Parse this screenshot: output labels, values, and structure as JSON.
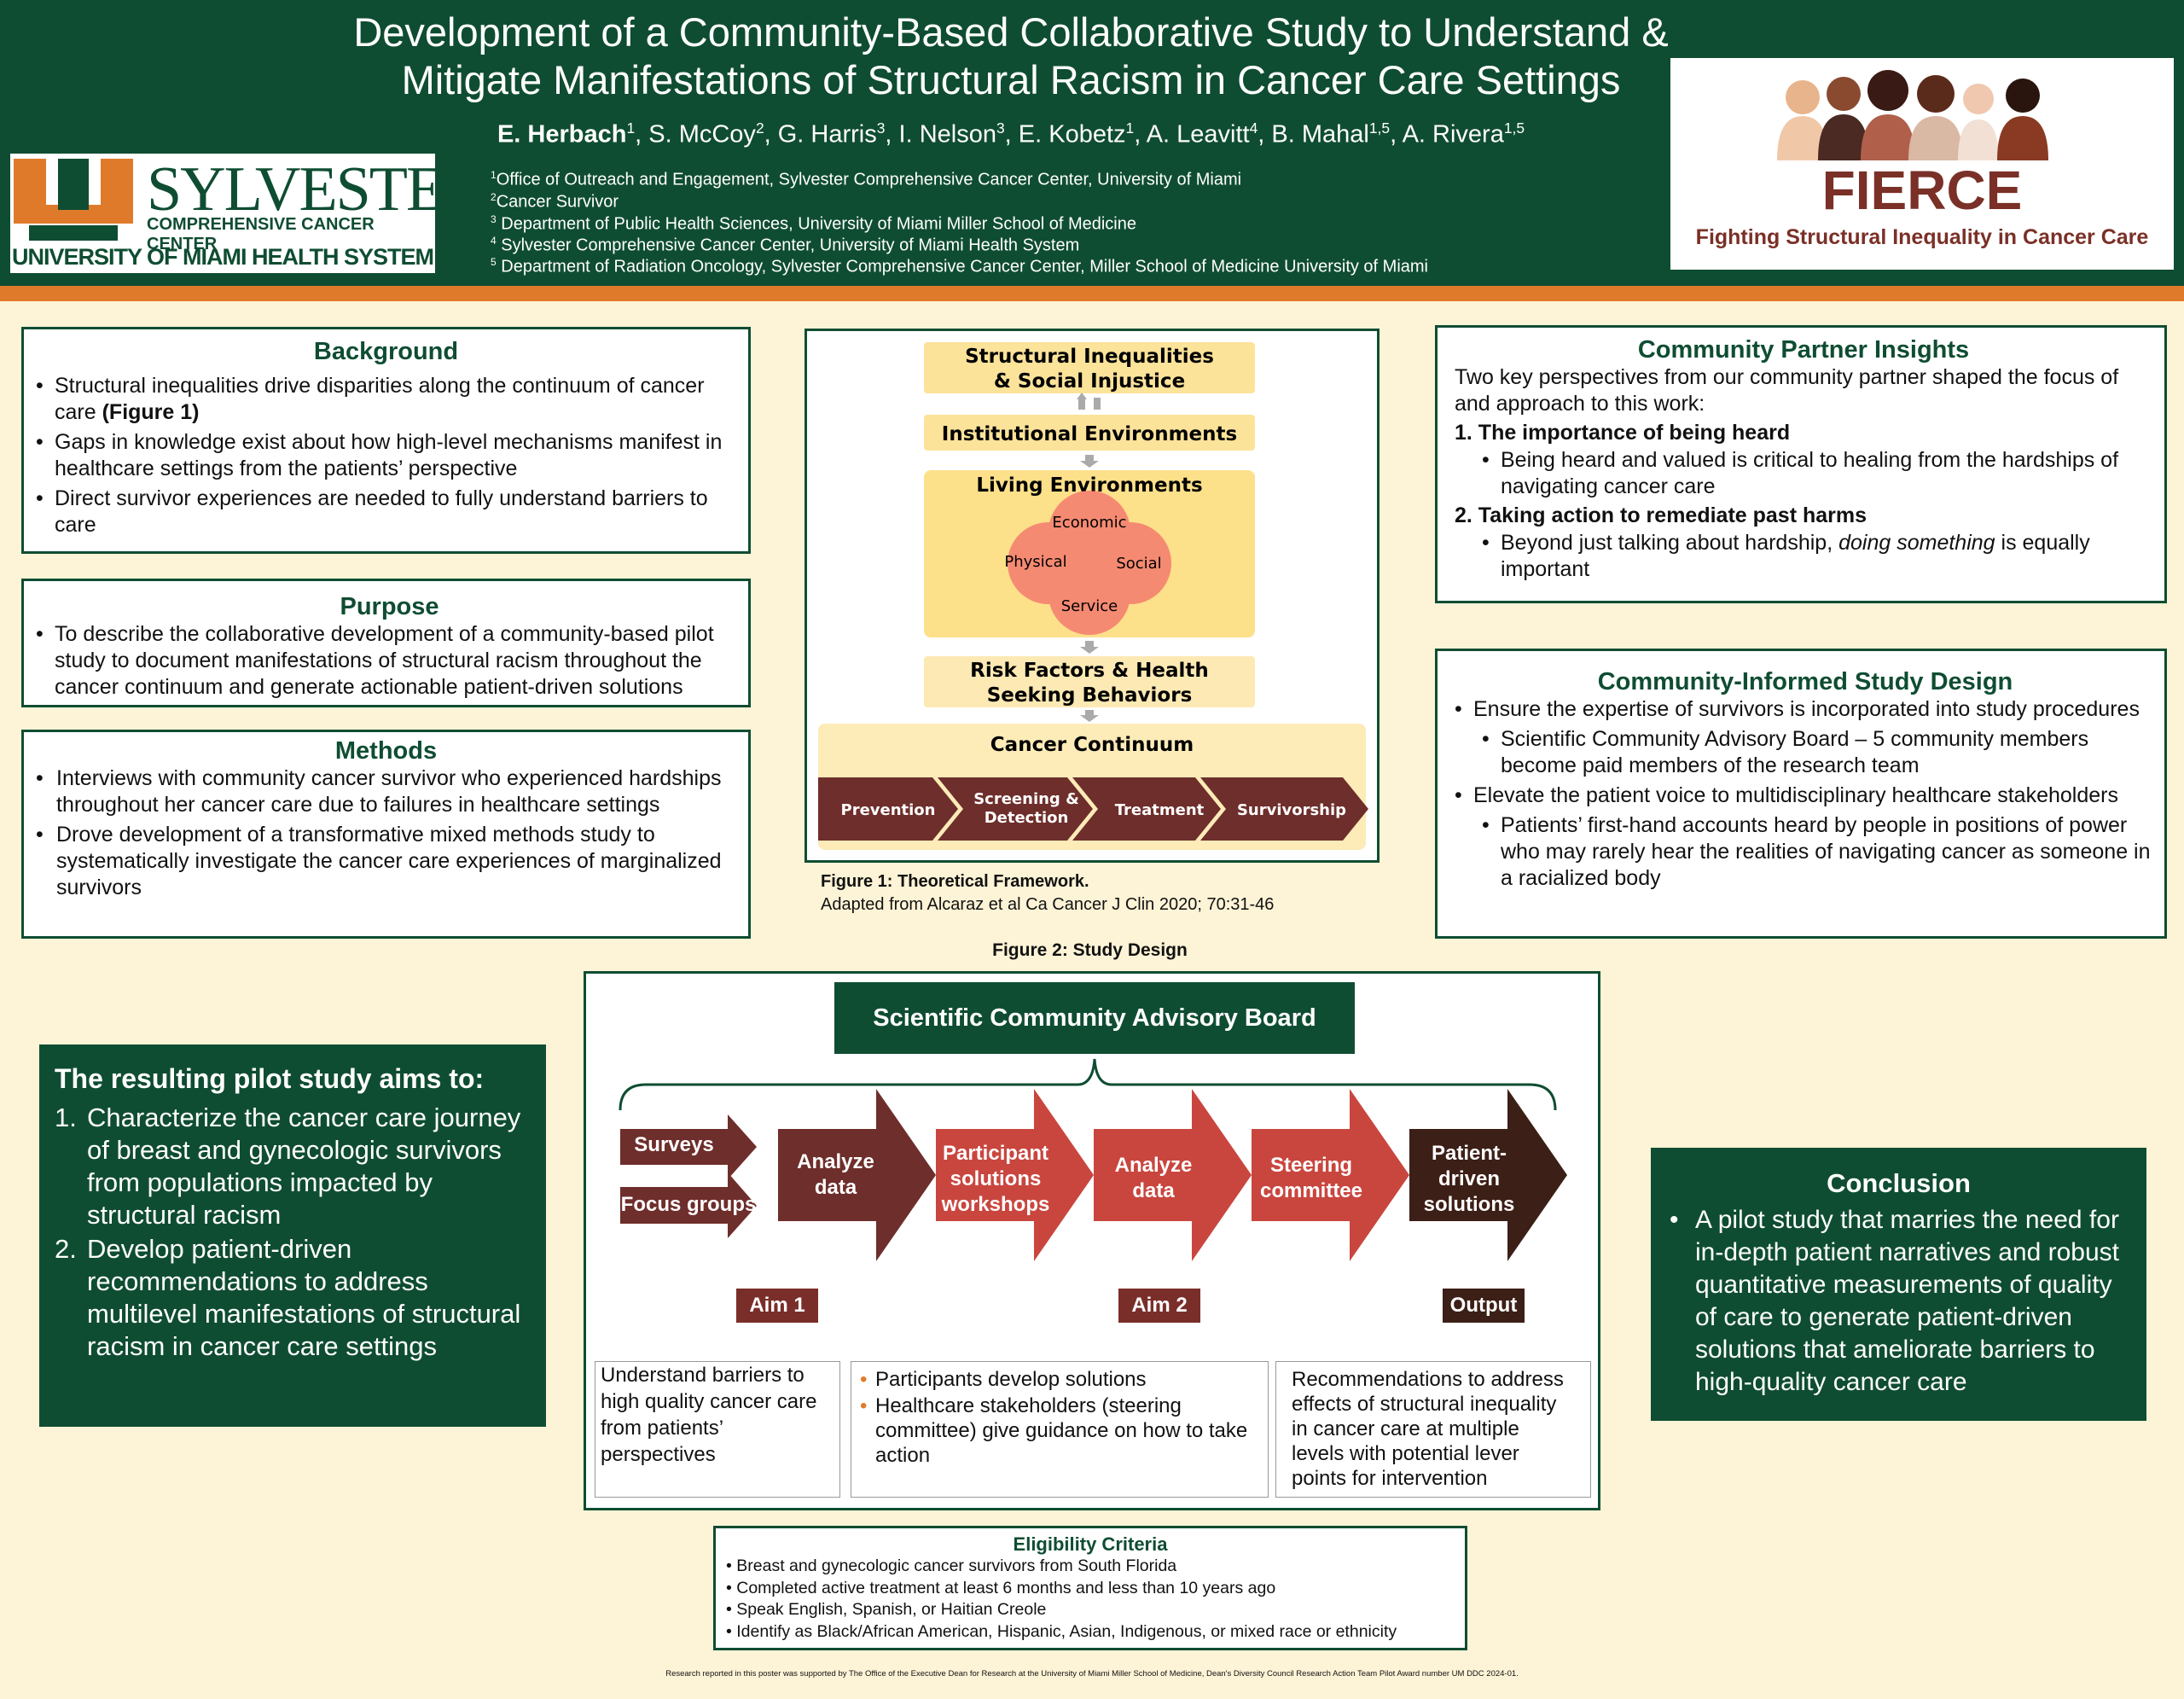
{
  "header": {
    "title_line1": "Development of a Community-Based Collaborative Study to Understand &",
    "title_line2": "Mitigate Manifestations of Structural Racism in Cancer Care Settings",
    "authors": [
      {
        "name": "E. Herbach",
        "sup": "1"
      },
      {
        "name": "S. McCoy",
        "sup": "2"
      },
      {
        "name": "G. Harris",
        "sup": "3"
      },
      {
        "name": "I. Nelson",
        "sup": "3"
      },
      {
        "name": "E. Kobetz",
        "sup": "1"
      },
      {
        "name": "A. Leavitt",
        "sup": "4"
      },
      {
        "name": "B. Mahal",
        "sup": "1,5"
      },
      {
        "name": "A. Rivera",
        "sup": "1,5"
      }
    ],
    "affiliations": [
      {
        "sup": "1",
        "text": "Office of Outreach and Engagement, Sylvester Comprehensive Cancer Center, University of Miami"
      },
      {
        "sup": "2",
        "text": "Cancer Survivor"
      },
      {
        "sup": "3",
        "text": "Department of Public Health Sciences, University of Miami Miller School of Medicine"
      },
      {
        "sup": "4",
        "text": "Sylvester Comprehensive Cancer Center, University of Miami Health System"
      },
      {
        "sup": "5",
        "text": "Department of Radiation Oncology, Sylvester Comprehensive Cancer Center, Miller School of Medicine University of Miami"
      }
    ],
    "logo": {
      "wordmark": "SYLVESTER",
      "sub": "COMPREHENSIVE CANCER CENTER",
      "system": "UNIVERSITY OF MIAMI HEALTH SYSTEM"
    },
    "fierce": {
      "name": "FIERCE",
      "tagline": "Fighting Structural Inequality in Cancer Care"
    }
  },
  "background": {
    "heading": "Background",
    "bullets": [
      {
        "text": "Structural inequalities drive disparities along the continuum of cancer care ",
        "bold": "(Figure 1)"
      },
      {
        "text": "Gaps in knowledge exist about how high-level mechanisms manifest in healthcare settings from the patients’ perspective",
        "bold": ""
      },
      {
        "text": "Direct survivor experiences are needed to fully understand barriers to care",
        "bold": ""
      }
    ]
  },
  "purpose": {
    "heading": "Purpose",
    "bullets": [
      "To describe the collaborative development of a community-based pilot study to document manifestations of structural racism throughout the cancer continuum and generate actionable patient-driven solutions"
    ]
  },
  "methods": {
    "heading": "Methods",
    "bullets": [
      "Interviews with community cancer survivor who experienced hardships throughout her cancer care due to failures in healthcare settings",
      "Drove development of a transformative mixed methods study to systematically investigate the cancer care experiences of marginalized survivors"
    ]
  },
  "aims": {
    "heading": "The resulting pilot study aims to:",
    "items": [
      {
        "num": "1.",
        "text": "Characterize the cancer care journey of breast and gynecologic survivors from populations impacted by structural racism"
      },
      {
        "num": "2.",
        "text": "Develop patient-driven recommendations to address multilevel manifestations of structural racism in cancer care settings"
      }
    ]
  },
  "figure1": {
    "box1": "Structural Inequalities\n& Social Injustice",
    "box2": "Institutional Environments",
    "box3": "Living Environments",
    "circles": [
      "Economic",
      "Physical",
      "Social",
      "Service"
    ],
    "box4": "Risk Factors & Health\nSeeking Behaviors",
    "box5": "Cancer Continuum",
    "stages": [
      "Prevention",
      "Screening &\nDetection",
      "Treatment",
      "Survivorship"
    ],
    "caption_bold": "Figure 1: Theoretical Framework.",
    "caption": "Adapted from Alcaraz et al Ca Cancer J Clin 2020; 70:31-46"
  },
  "partner": {
    "heading": "Community Partner Insights",
    "intro": "Two key perspectives from our community partner shaped the focus of and approach to this work:",
    "points": [
      {
        "title": "1. The importance of being heard",
        "bullet": "Being heard and valued is critical to healing from the hardships of navigating cancer care",
        "italic": ""
      },
      {
        "title": "2. Taking action to remediate past harms",
        "bullet_pre": "Beyond just talking about hardship, ",
        "italic": "doing something",
        "bullet_post": " is equally important"
      }
    ]
  },
  "design": {
    "heading": "Community-Informed Study Design",
    "b1": "Ensure the expertise of survivors is incorporated into study procedures",
    "b1a": "Scientific Community Advisory Board – 5 community members become paid members of the research team",
    "b2": "Elevate the patient voice to multidisciplinary healthcare stakeholders",
    "b2a": "Patients’ first-hand accounts heard by people in positions of power who may rarely hear the realities of navigating cancer as someone in a racialized body"
  },
  "figure2": {
    "title": "Figure 2: Study Design",
    "board": "Scientific Community Advisory Board",
    "inputs": [
      "Surveys",
      "Focus groups"
    ],
    "steps": [
      "Analyze\ndata",
      "Participant\nsolutions\nworkshops",
      "Analyze\ndata",
      "Steering\ncommittee",
      "Patient-\ndriven\nsolutions"
    ],
    "tags": [
      "Aim 1",
      "Aim 2",
      "Output"
    ],
    "desc1": "Understand barriers to high quality cancer care from patients’ perspectives",
    "desc2": [
      "Participants develop solutions",
      "Healthcare stakeholders (steering committee) give guidance on how to take action"
    ],
    "desc3": "Recommendations to address effects of structural inequality in cancer care at multiple levels with potential lever points for intervention"
  },
  "eligibility": {
    "heading": "Eligibility Criteria",
    "items": [
      "Breast and gynecologic cancer survivors from South Florida",
      "Completed active treatment at least 6 months and less than 10 years ago",
      "Speak English, Spanish, or Haitian Creole",
      "Identify as Black/African American, Hispanic, Asian, Indigenous, or mixed race or ethnicity"
    ]
  },
  "conclusion": {
    "heading": "Conclusion",
    "text": "A pilot study that marries the need for in-depth patient narratives and robust quantitative measurements of quality of care to generate patient-driven solutions that ameliorate barriers to high-quality cancer care"
  },
  "footer": "Research reported in this poster was supported by The Office of the Executive Dean for Research at the University of Miami Miller School of Medicine, Dean's Diversity Council Research Action Team Pilot Award number UM DDC 2024-01.",
  "colors": {
    "green": "#0f4d32",
    "orange": "#e07a2b",
    "maroon": "#6e2e2b",
    "red": "#c9463f",
    "cream": "#fdf3d6"
  }
}
